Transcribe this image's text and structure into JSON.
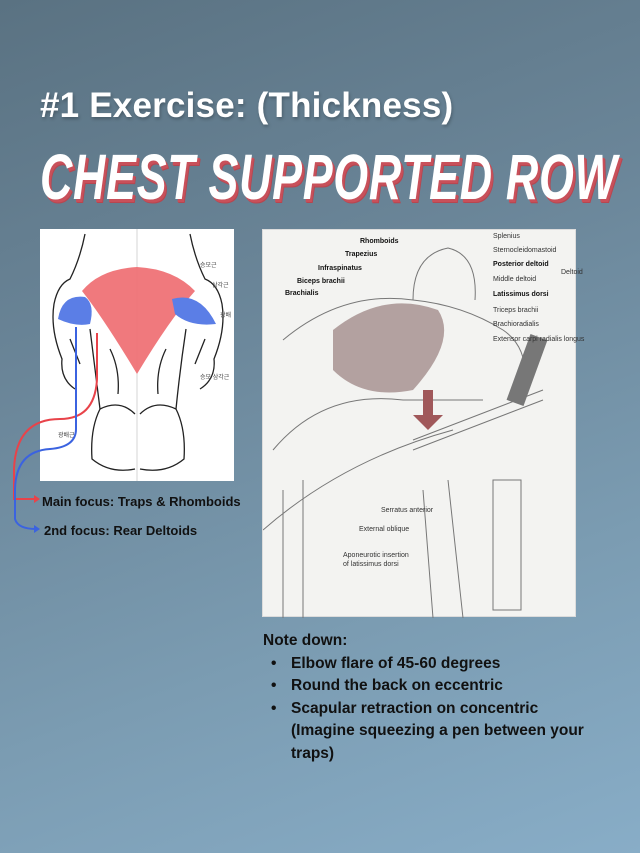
{
  "header": {
    "subtitle": "#1 Exercise: (Thickness)",
    "title": "CHEST SUPPORTED ROW"
  },
  "left_figure": {
    "focus": [
      {
        "label": "Main focus: Traps & Rhomboids",
        "color": "#e8434a"
      },
      {
        "label": "2nd focus: Rear Deltoids",
        "color": "#3b63e0"
      }
    ]
  },
  "right_figure": {
    "labels_left": [
      "Rhomboids",
      "Trapezius",
      "Infraspinatus",
      "Biceps brachii",
      "Brachialis"
    ],
    "labels_right": [
      "Splenius",
      "Sternocleidomastoid",
      "Posterior deltoid",
      "Middle deltoid",
      "Latissimus dorsi",
      "Triceps brachii",
      "Brachioradialis",
      "Extensor carpi radialis longus"
    ],
    "deltoid_group": "Deltoid",
    "labels_bottom": [
      "Serratus anterior",
      "External oblique",
      "Aponeurotic insertion",
      "of latissimus dorsi"
    ]
  },
  "notes": {
    "heading": "Note down:",
    "items": [
      "Elbow flare of 45-60 degrees",
      "Round the back on eccentric",
      "Scapular retraction on concentric (Imagine squeezing a pen between your traps)"
    ]
  }
}
